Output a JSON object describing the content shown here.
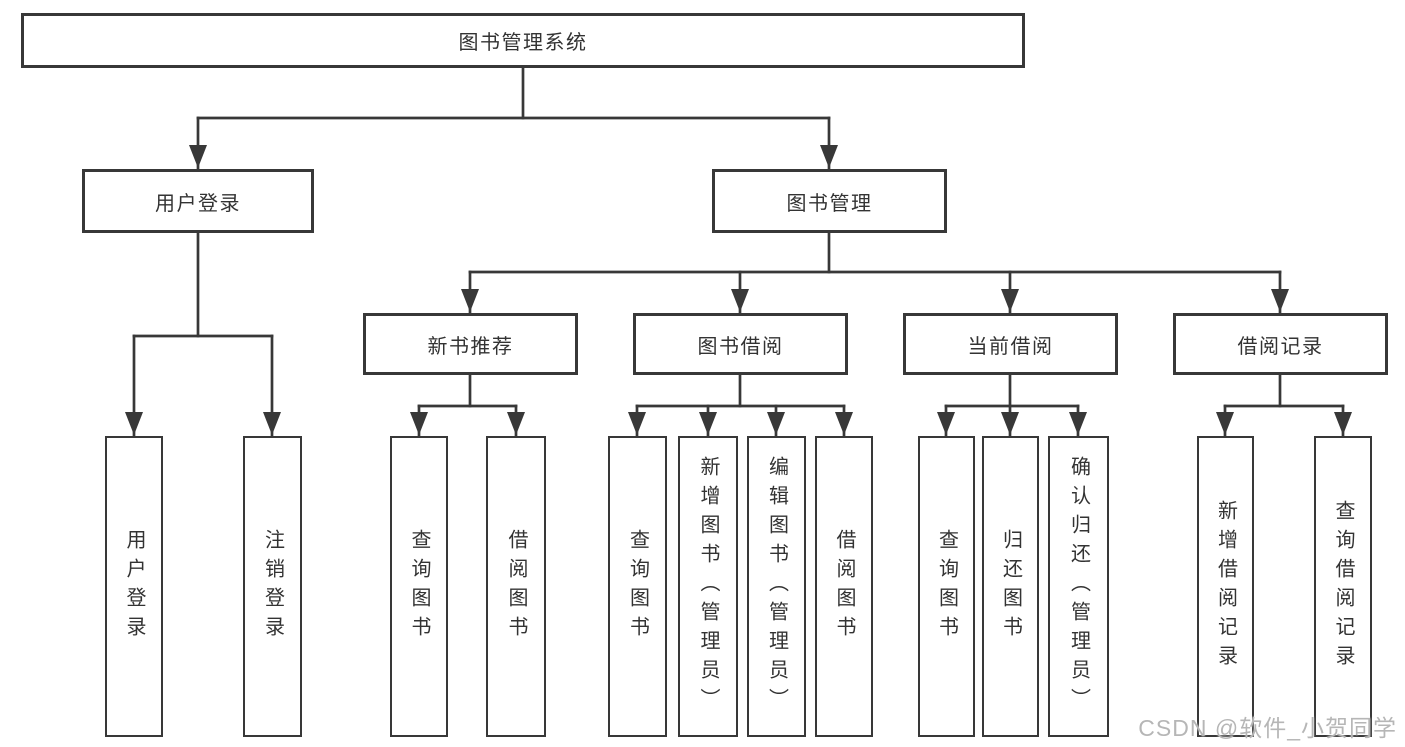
{
  "diagram": {
    "root": {
      "label": "图书管理系统"
    },
    "user_login": {
      "label": "用户登录",
      "children": [
        "用户登录",
        "注销登录"
      ]
    },
    "book_management": {
      "label": "图书管理",
      "modules": [
        {
          "label": "新书推荐",
          "children": [
            "查询图书",
            "借阅图书"
          ]
        },
        {
          "label": "图书借阅",
          "children": [
            "查询图书",
            "新增图书（管理员）",
            "编辑图书（管理员）",
            "借阅图书"
          ]
        },
        {
          "label": "当前借阅",
          "children": [
            "查询图书",
            "归还图书",
            "确认归还（管理员）"
          ]
        },
        {
          "label": "借阅记录",
          "children": [
            "新增借阅记录",
            "查询借阅记录"
          ]
        }
      ]
    }
  },
  "watermark": {
    "text": "CSDN @软件_小贺同学"
  },
  "colors": {
    "line": "#383838",
    "border": "#383838",
    "text": "#333333",
    "background": "#ffffff",
    "watermark": "#b6b6b6"
  }
}
